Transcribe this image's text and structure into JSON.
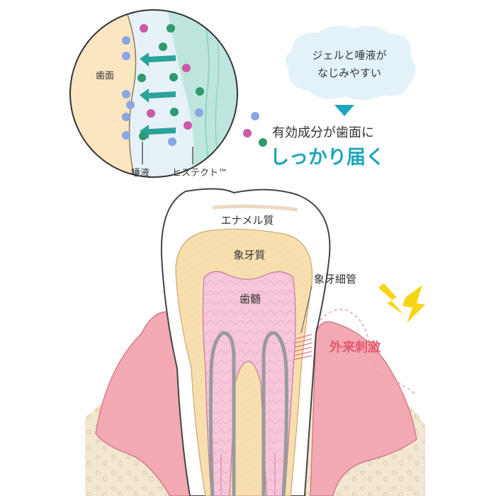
{
  "inset": {
    "tooth_surface_label": "歯面",
    "saliva_label": "唾液",
    "hystect_label": "ヒステクト™"
  },
  "cloud": {
    "line1": "ジェルと唾液が",
    "line2": "なじみやすい"
  },
  "result": {
    "line1": "有効成分が歯面に",
    "line2": "しっかり届く"
  },
  "tooth": {
    "enamel_label": "エナメル質",
    "dentin_label": "象牙質",
    "tubules_label": "象牙細管",
    "pulp_label": "歯髄",
    "stimulus_label": "外来刺激"
  },
  "colors": {
    "tooth_surface": "#fbe6c2",
    "saliva": "#e6f2f7",
    "gel": "#bfe6de",
    "arrow_teal": "#2aa39a",
    "particle_blue": "#8aa6e3",
    "particle_pink": "#c95aa5",
    "particle_green": "#2e9a6e",
    "cloud": "#e3f2f8",
    "accent_title": "#1ea6ba",
    "stimulus_text": "#e25a6d",
    "bolt": "#f6d516",
    "gum": "#f2a9b4",
    "bone": "#f3e6d0",
    "dentin": "#f8dfb0",
    "pulp": "#f6c6db"
  }
}
